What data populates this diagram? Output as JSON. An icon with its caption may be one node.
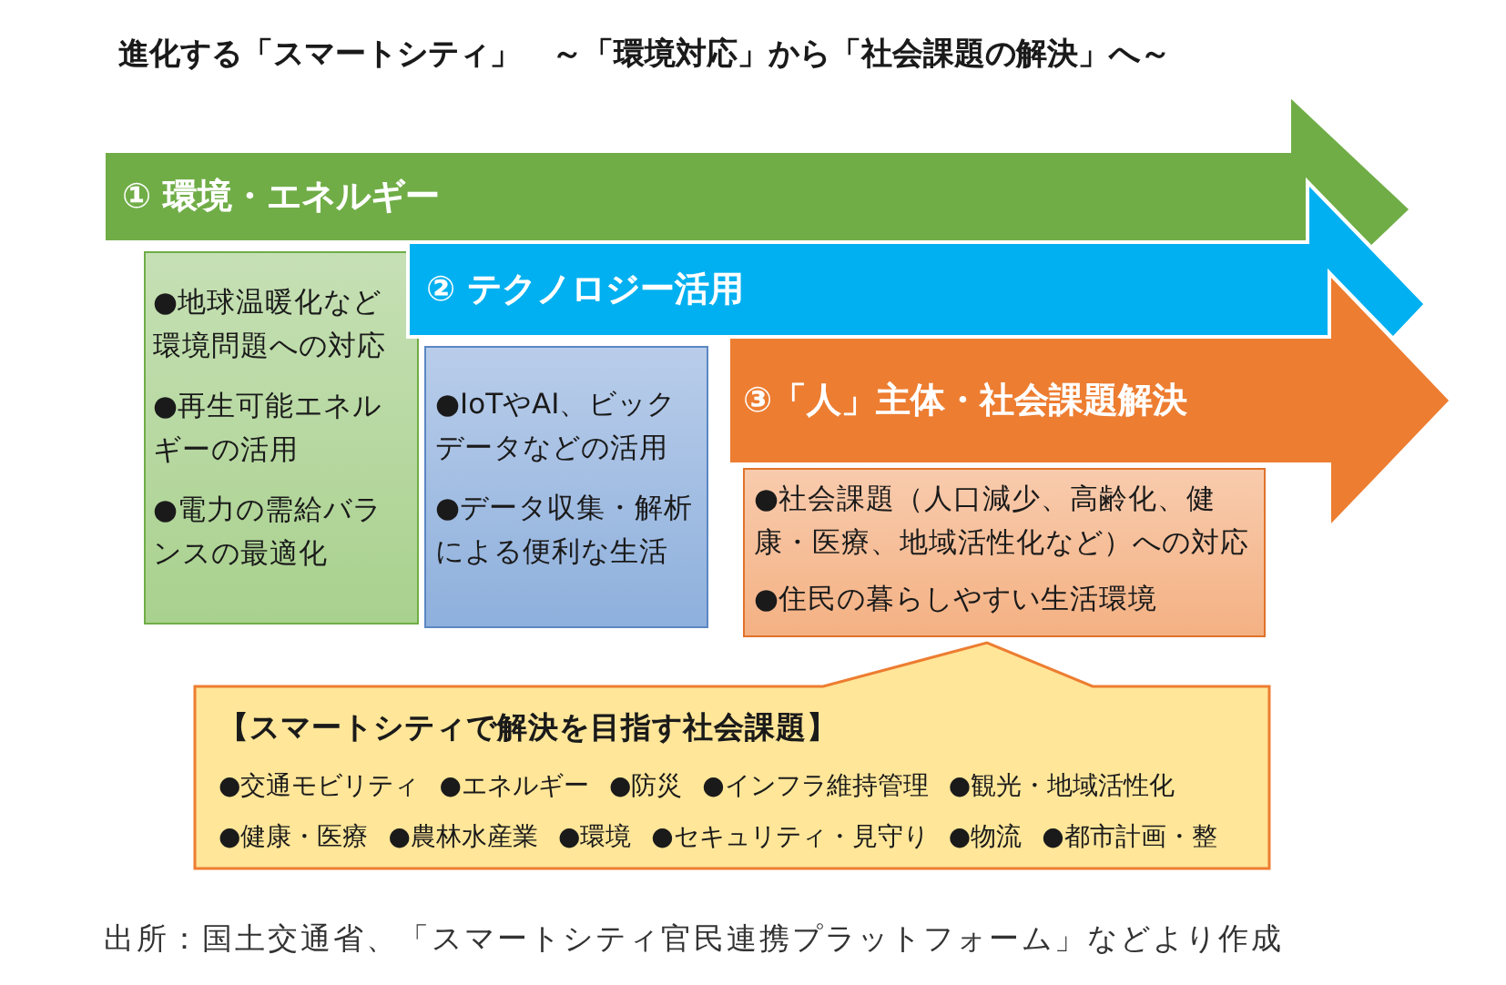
{
  "diagram": {
    "title": "進化する「スマートシティ」　～「環境対応」から「社会課題の解決」へ～",
    "caption": "出所：国土交通省、「スマートシティ官民連携プラットフォーム」などより作成",
    "nodes": [
      {
        "text": [
          "① 環境・エネルギー"
        ]
      },
      {
        "text": [
          "●地球温暖化など環境問題への対応",
          "●再生可能エネルギーの活用",
          "●電力の需給バランスの最適化"
        ]
      },
      {
        "text": [
          "② テクノロジー活用"
        ]
      },
      {
        "text": [
          "●IoTやAI、ビックデータなどの活用",
          "●データ収集・解析による便利な生活"
        ]
      },
      {
        "text": [
          "③「人」主体・社会課題解決"
        ]
      },
      {
        "text": [
          "●社会課題（人口減少、高齢化、健康・医療、地域活性化など）への対応",
          "●住民の暮らしやすい生活環境"
        ]
      },
      {
        "text": [
          "【スマートシティで解決を目指す社会課題】",
          "●交通モビリティ",
          "●エネルギー",
          "●防災",
          "●インフラ維持管理",
          "●観光・地域活性化",
          "●健康・医療",
          "●農林水産業",
          "●環境",
          "●セキュリティ・見守り",
          "●物流",
          "●都市計画・整"
        ]
      }
    ]
  }
}
